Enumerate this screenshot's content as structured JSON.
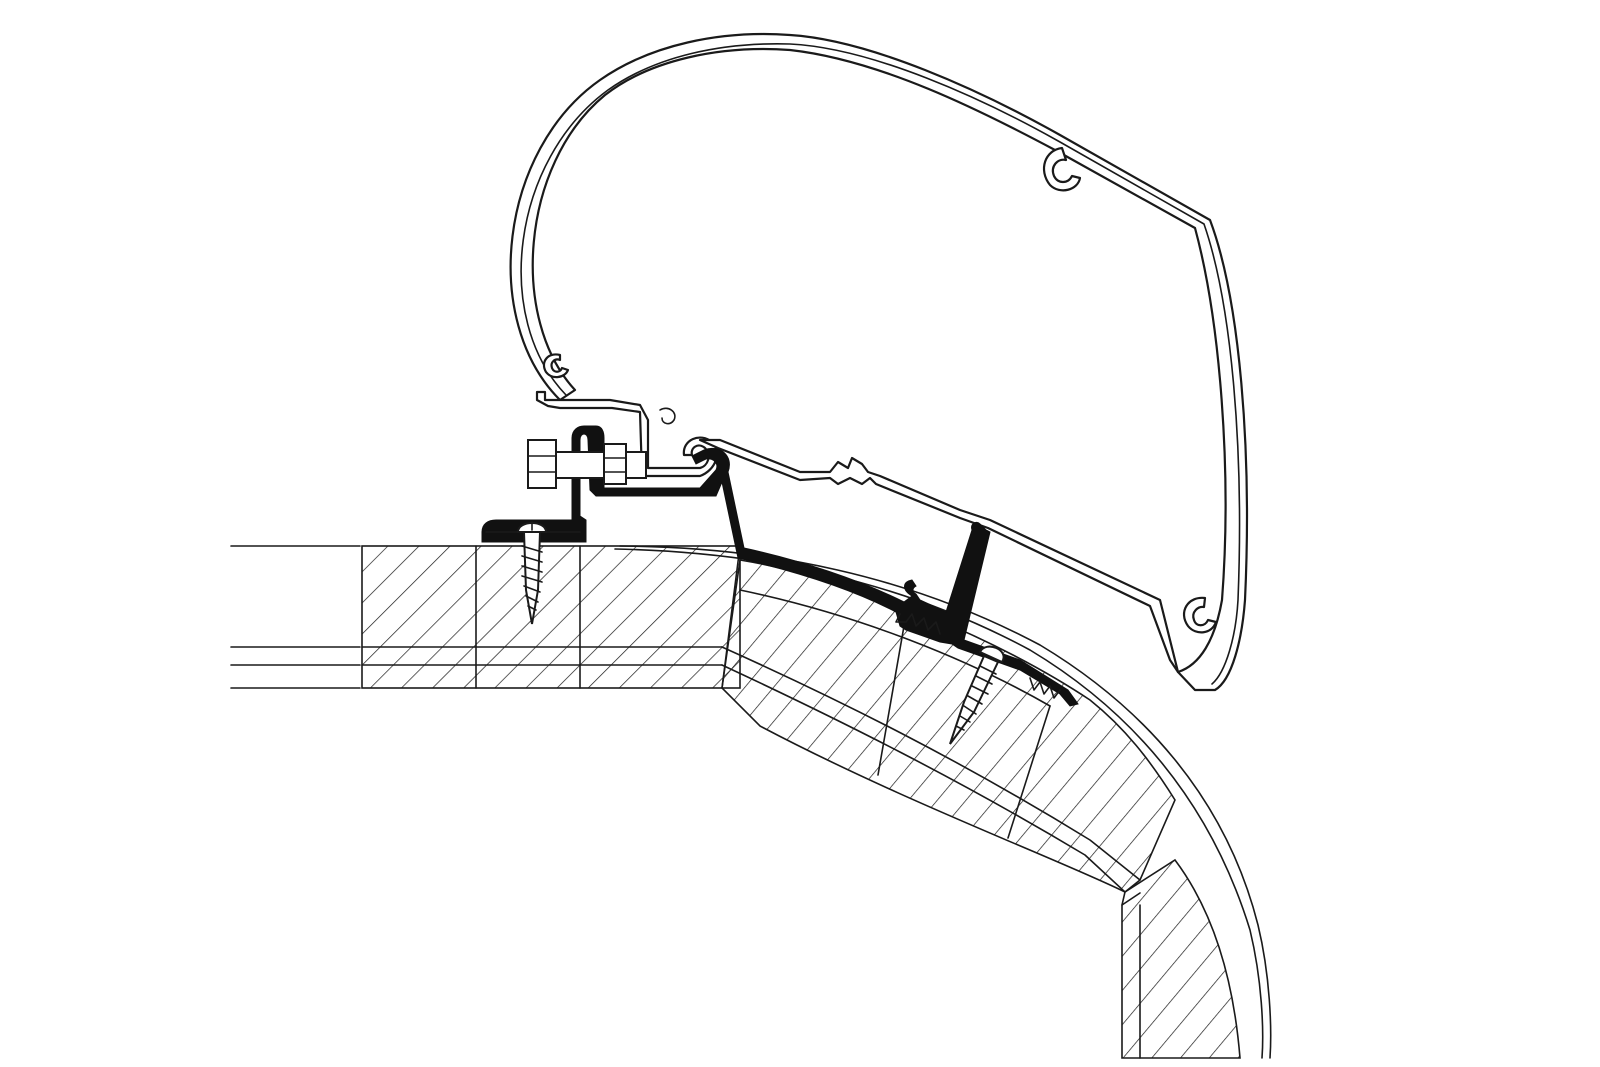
{
  "diagram": {
    "type": "technical cross-section",
    "background_color": "#ffffff",
    "line_color": "#1a1a1a",
    "adapter_color": "#111111",
    "components": [
      "awning-cassette-profile",
      "adapter-rail",
      "hex-bolt",
      "nut",
      "wood-screw-left",
      "wood-screw-right",
      "roof-panel-flat",
      "roof-panel-slope",
      "roof-panel-curved-edge"
    ]
  }
}
